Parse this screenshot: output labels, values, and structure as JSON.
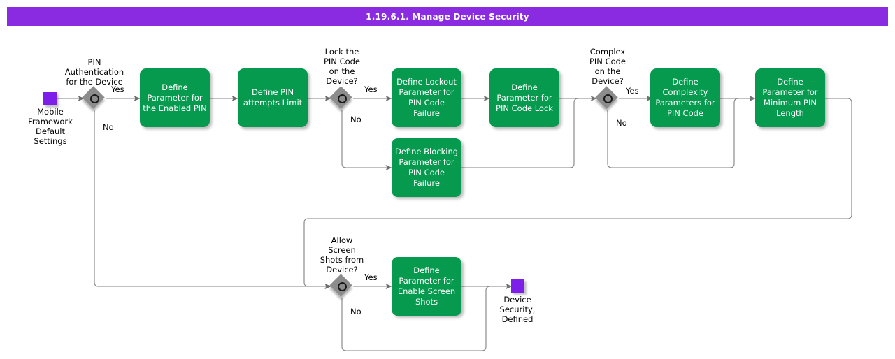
{
  "header": {
    "title": "1.19.6.1. Manage Device Security"
  },
  "colors": {
    "header_bg": "#8A2BE2",
    "task_fill": "#069A4E",
    "task_text": "#FFFFFF",
    "event_fill": "#7D1FE8",
    "gateway_fill": "#8C8C8C",
    "edge_stroke": "#808080",
    "page_bg": "#FFFFFF"
  },
  "diagram": {
    "type": "flowchart",
    "start_event": {
      "name": "mobile-framework-default-settings",
      "label": "Mobile\nFramework\nDefault\nSettings"
    },
    "end_event": {
      "name": "device-security-defined",
      "label": "Device\nSecurity,\nDefined"
    },
    "gateways": [
      {
        "id": "gw-pin-auth",
        "label": "PIN\nAuthentication\nfor the Device",
        "yes": "Yes",
        "no": "No"
      },
      {
        "id": "gw-lock-pin",
        "label": "Lock the\nPIN Code\non the\nDevice?",
        "yes": "Yes",
        "no": "No"
      },
      {
        "id": "gw-complex-pin",
        "label": "Complex\nPIN Code\non the\nDevice?",
        "yes": "Yes",
        "no": "No"
      },
      {
        "id": "gw-screenshots",
        "label": "Allow\nScreen\nShots from\nDevice?",
        "yes": "Yes",
        "no": "No"
      }
    ],
    "tasks": [
      {
        "id": "task-enabled-pin",
        "label": "Define\nParameter for\nthe Enabled PIN"
      },
      {
        "id": "task-pin-attempts",
        "label": "Define PIN\nattempts Limit"
      },
      {
        "id": "task-lockout",
        "label": "Define Lockout\nParameter for\nPIN Code Failure"
      },
      {
        "id": "task-blocking",
        "label": "Define Blocking\nParameter for\nPIN Code Failure"
      },
      {
        "id": "task-pin-lock",
        "label": "Define\nParameter for\nPIN Code Lock"
      },
      {
        "id": "task-complexity",
        "label": "Define\nComplexity\nParameters for\nPIN Code"
      },
      {
        "id": "task-min-length",
        "label": "Define\nParameter for\nMinimum PIN\nLength"
      },
      {
        "id": "task-screenshots",
        "label": "Define\nParameter for\nEnable Screen\nShots"
      }
    ]
  }
}
